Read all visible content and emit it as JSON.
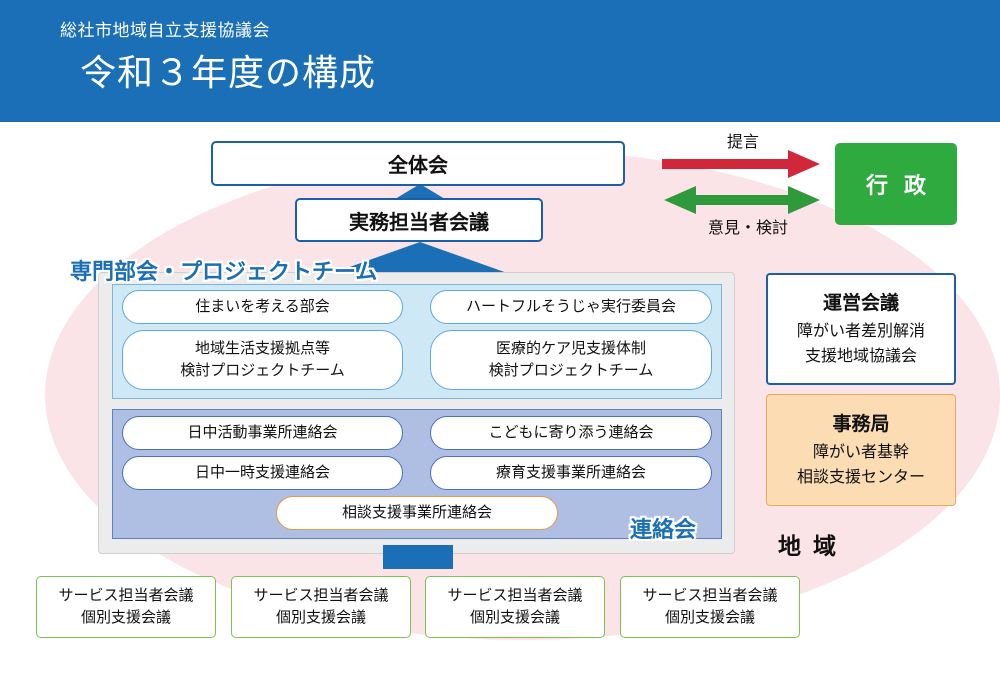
{
  "header": {
    "org": "総社市地域自立支援協議会",
    "title": "令和３年度の構成"
  },
  "colors": {
    "header_bg": "#1b6fb6",
    "government": "#2eaa3f",
    "proposal_arrow": "#d0283a",
    "opinion_arrow": "#2e9a3c",
    "region_oval": "#fbe4e7",
    "liaison_panel": "#aebfe3",
    "pt_panel": "#cfe8f6",
    "office_bg": "#fbdcb3"
  },
  "plenary": {
    "label": "全体会"
  },
  "practitioners": {
    "label": "実務担当者会議"
  },
  "government": {
    "label": "行政"
  },
  "arrows": {
    "proposal_label": "提言",
    "opinion_label": "意見・検討"
  },
  "project_teams": {
    "title": "専門部会・プロジェクトチーム",
    "items": [
      {
        "lines": [
          "住まいを考える部会"
        ]
      },
      {
        "lines": [
          "ハートフルそうじゃ実行委員会"
        ]
      },
      {
        "lines": [
          "地域生活支援拠点等",
          "検討プロジェクトチーム"
        ]
      },
      {
        "lines": [
          "医療的ケア児支援体制",
          "検討プロジェクトチーム"
        ]
      }
    ]
  },
  "liaison": {
    "title": "連絡会",
    "items": [
      {
        "label": "日中活動事業所連絡会"
      },
      {
        "label": "こどもに寄り添う連絡会"
      },
      {
        "label": "日中一時支援連絡会"
      },
      {
        "label": "療育支援事業所連絡会"
      },
      {
        "label": "相談支援事業所連絡会"
      }
    ]
  },
  "steering_council": {
    "head": "運営会議",
    "lines": [
      "障がい者差別解消",
      "支援地域協議会"
    ]
  },
  "secretariat": {
    "head": "事務局",
    "lines": [
      "障がい者基幹",
      "相談支援センター"
    ]
  },
  "region": {
    "label": "地域"
  },
  "service_meetings": [
    {
      "line1": "サービス担当者会議",
      "line2": "個別支援会議"
    },
    {
      "line1": "サービス担当者会議",
      "line2": "個別支援会議"
    },
    {
      "line1": "サービス担当者会議",
      "line2": "個別支援会議"
    },
    {
      "line1": "サービス担当者会議",
      "line2": "個別支援会議"
    }
  ]
}
